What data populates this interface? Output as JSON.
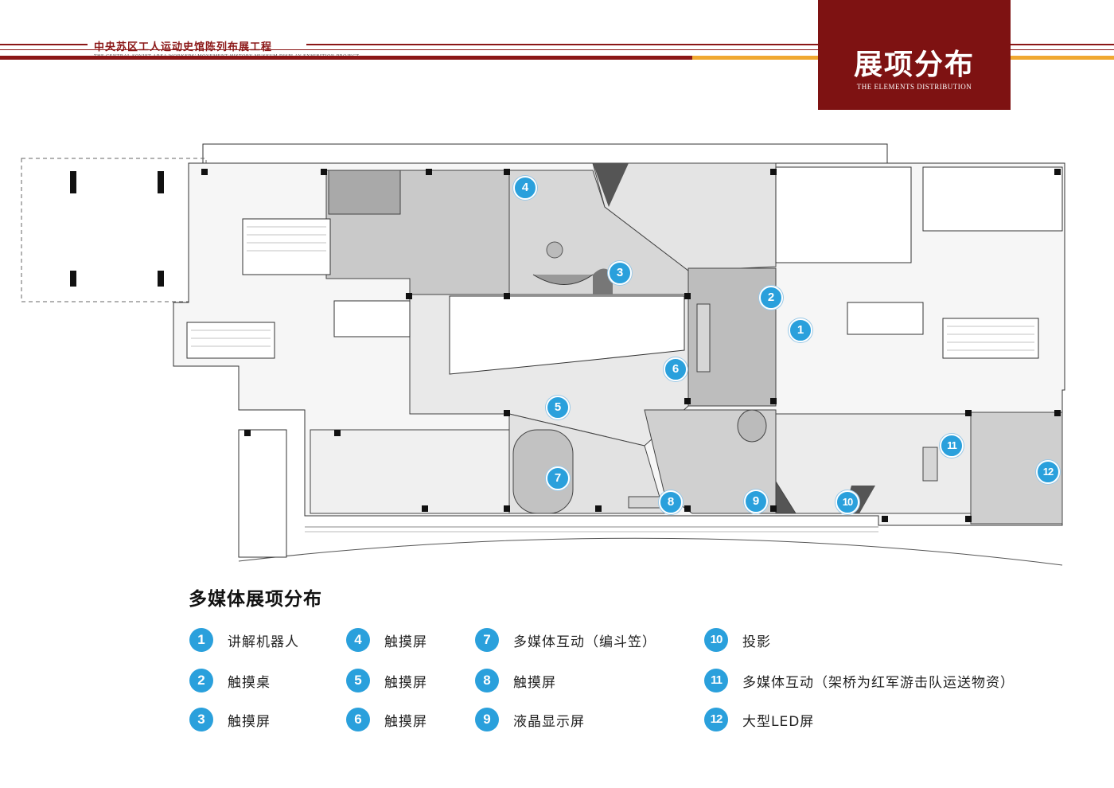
{
  "header": {
    "title": "中央苏区工人运动史馆陈列布展工程",
    "subtitle": "THE CENTRAL SOVIET AREA WORKERS' MOVEMENT HISTORY MUSEUM DISPLAY EXHIBITION PROJECT"
  },
  "badge": {
    "title": "展项分布",
    "subtitle": "THE ELEMENTS DISTRIBUTION"
  },
  "plan": {
    "markers": [
      "1",
      "2",
      "3",
      "4",
      "5",
      "6",
      "7",
      "8",
      "9",
      "10",
      "11",
      "12"
    ]
  },
  "legend": {
    "title": "多媒体展项分布",
    "items": [
      {
        "num": "1",
        "label": "讲解机器人"
      },
      {
        "num": "2",
        "label": "触摸桌"
      },
      {
        "num": "3",
        "label": "触摸屏"
      },
      {
        "num": "4",
        "label": "触摸屏"
      },
      {
        "num": "5",
        "label": "触摸屏"
      },
      {
        "num": "6",
        "label": "触摸屏"
      },
      {
        "num": "7",
        "label": "多媒体互动（编斗笠）"
      },
      {
        "num": "8",
        "label": "触摸屏"
      },
      {
        "num": "9",
        "label": "液晶显示屏"
      },
      {
        "num": "10",
        "label": "投影"
      },
      {
        "num": "11",
        "label": "多媒体互动（架桥为红军游击队运送物资）"
      },
      {
        "num": "12",
        "label": "大型LED屏"
      }
    ]
  },
  "colors": {
    "brand_red": "#7e1212",
    "accent_gold": "#f0a830",
    "marker_blue": "#2aa0dc"
  }
}
